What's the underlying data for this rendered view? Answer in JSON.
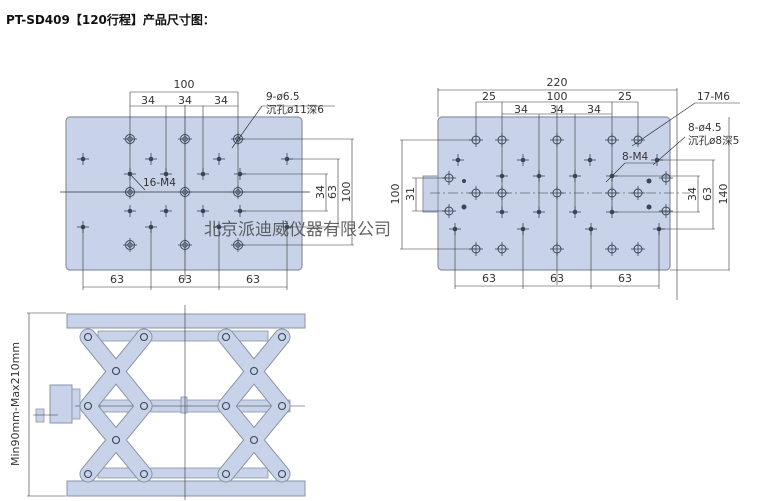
{
  "title": "PT-SD409【120行程】产品尺寸图：",
  "watermark": "北京派迪威仪器有限公司",
  "colors": {
    "plate_fill": "#c8d3e9",
    "plate_stroke": "#8a93a6",
    "line": "#333333",
    "hole": "#3a4656"
  },
  "top_view": {
    "dims_top": {
      "overall": "100",
      "segments": [
        "34",
        "34",
        "34"
      ]
    },
    "dims_bottom": [
      "63",
      "63",
      "63"
    ],
    "dims_right": [
      "34",
      "63",
      "100"
    ],
    "callouts": {
      "counterbore_count": "9-ø6.5",
      "counterbore_spec": "沉孔ø11深6",
      "threaded": "16-M4"
    }
  },
  "base_view": {
    "dims_top": {
      "overall": "220",
      "inner": "100",
      "side": [
        "25",
        "25"
      ],
      "segments": [
        "34",
        "34",
        "34"
      ]
    },
    "dims_bottom": [
      "63",
      "63",
      "63"
    ],
    "dims_right": [
      "34",
      "63",
      "140"
    ],
    "dims_left": [
      "100",
      "31"
    ],
    "callouts": {
      "m6": "17-M6",
      "counterbore_count": "8-ø4.5",
      "counterbore_spec": "沉孔ø8深5",
      "m4": "8-M4"
    }
  },
  "side_view": {
    "height_label": "Min90mm-Max210mm"
  }
}
